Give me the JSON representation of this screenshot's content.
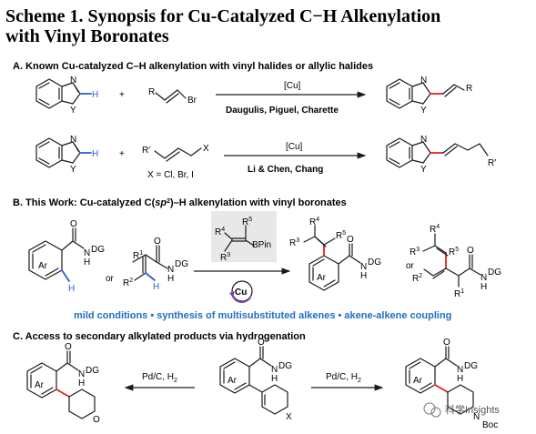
{
  "scheme": {
    "title_line1": "Scheme 1. Synopsis for Cu-Catalyzed C−H Alkenylation",
    "title_line2": "with Vinyl Boronates"
  },
  "section_a": {
    "heading": "A. Known Cu-catalyzed C–H alkenylation with vinyl halides or allylic halides",
    "row1": {
      "catalyst": "[Cu]",
      "refs": "Daugulis, Piguel, Charette",
      "plus": "+"
    },
    "row2": {
      "catalyst": "[Cu]",
      "refs": "Li & Chen, Chang",
      "plus": "+",
      "x_note": "X = Cl, Br, I"
    }
  },
  "section_b": {
    "heading_pre": "B. This Work: Cu-catalyzed C(",
    "heading_sp": "sp",
    "heading_sup": "2",
    "heading_post": ")–H alkenylation with vinyl boronates",
    "or_left": "or",
    "or_right": "or",
    "reagent_label": "BPin",
    "catalyst_badge": "Cu",
    "features": "mild conditions •  synthesis of multisubstituted alkenes •  akene-alkene coupling"
  },
  "section_c": {
    "heading": "C. Access to secondary alkylated products via hydrogenation",
    "left_condition": "Pd/C, H",
    "left_sub": "2",
    "right_condition": "Pd/C, H",
    "right_sub": "2"
  },
  "atoms": {
    "N": "N",
    "Y": "Y",
    "H": "H",
    "R": "R",
    "Br": "Br",
    "X": "X",
    "O": "O",
    "Ar": "Ar",
    "DG": "DG",
    "R1": "R",
    "R2": "R",
    "R3": "R",
    "R4": "R",
    "R5": "R",
    "Rp": "R′",
    "sup1": "1",
    "sup2": "2",
    "sup3": "3",
    "sup4": "4",
    "sup5": "5",
    "Boc": "Boc"
  },
  "watermark": {
    "text": "科学Insights"
  },
  "colors": {
    "highlight_red": "#e0211d",
    "highlight_blue": "#2a5bd7",
    "feature_blue": "#1f6fc6",
    "catalyst_purple": "#7a3fa8",
    "reagent_box": "#e8e8e8"
  }
}
